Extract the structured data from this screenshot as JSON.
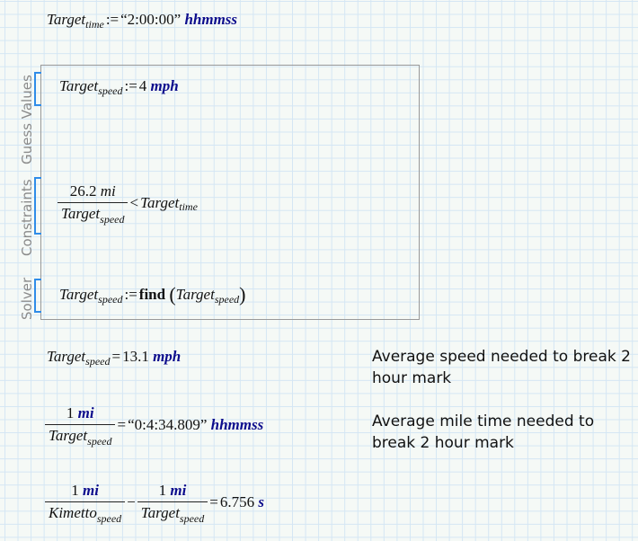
{
  "target_time": {
    "var": "Target",
    "sub": "time",
    "op": ":=",
    "value": "“2:00:00”",
    "unit": "hhmmss"
  },
  "solve_block": {
    "labels": {
      "guess": "Guess Values",
      "constraints": "Constraints",
      "solver": "Solver"
    },
    "guess": {
      "var": "Target",
      "sub": "speed",
      "op": ":=",
      "value": "4",
      "unit": "mph"
    },
    "constraint": {
      "num": "26.2",
      "num_unit": "mi",
      "den_var": "Target",
      "den_sub": "speed",
      "op": "<",
      "rhs_var": "Target",
      "rhs_sub": "time"
    },
    "solver": {
      "var": "Target",
      "sub": "speed",
      "op": ":=",
      "func": "find",
      "arg_var": "Target",
      "arg_sub": "speed"
    }
  },
  "result_speed": {
    "var": "Target",
    "sub": "speed",
    "op": "=",
    "value": "13.1",
    "unit": "mph",
    "note": "Average speed needed to break 2 hour mark"
  },
  "result_mile": {
    "num": "1",
    "num_unit": "mi",
    "den_var": "Target",
    "den_sub": "speed",
    "op": "=",
    "value": "“0:4:34.809”",
    "unit": "hhmmss",
    "note": "Average mile time needed to break 2 hour mark"
  },
  "result_diff": {
    "num1": "1",
    "num1_unit": "mi",
    "den1_var": "Kimetto",
    "den1_sub": "speed",
    "minus": "−",
    "num2": "1",
    "num2_unit": "mi",
    "den2_var": "Target",
    "den2_sub": "speed",
    "op": "=",
    "value": "6.756",
    "unit": "s"
  }
}
